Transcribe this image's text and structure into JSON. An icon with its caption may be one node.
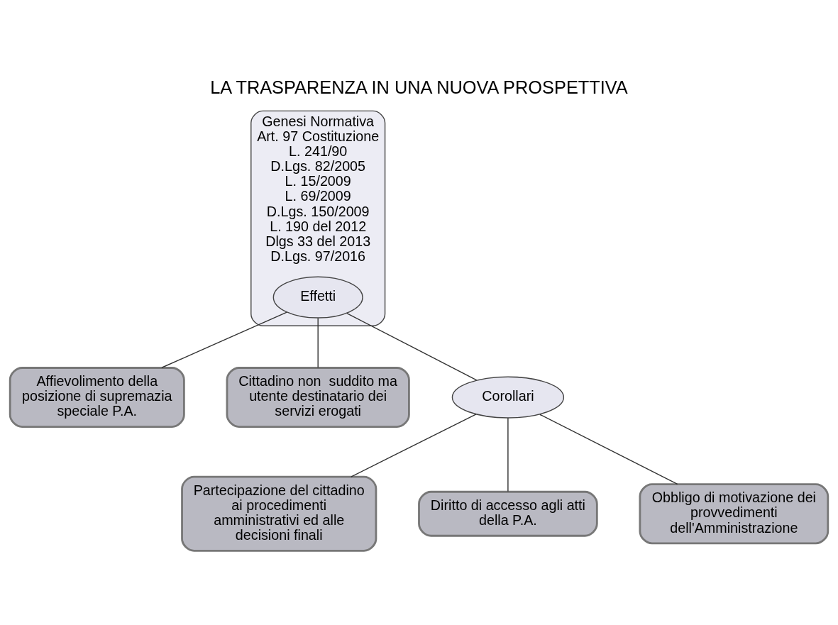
{
  "diagram": {
    "title": "LA TRASPARENZA IN UNA NUOVA PROSPETTIVA",
    "nodes": [
      {
        "text": [
          "Genesi Normativa",
          "Art. 97 Costituzione",
          "L. 241/90",
          "D.Lgs. 82/2005",
          "L. 15/2009",
          "L. 69/2009",
          "D.Lgs. 150/2009",
          "L. 190 del 2012",
          "Dlgs 33 del 2013",
          "D.Lgs. 97/2016"
        ]
      },
      {
        "text": [
          "Effetti"
        ],
        "in": 0
      },
      {
        "text": [
          "Affievolimento della posizione di supremazia speciale P.A."
        ]
      },
      {
        "text": [
          "Cittadino non  suddito ma utente destinatario dei servizi erogati"
        ]
      },
      {
        "text": [
          "Corollari"
        ]
      },
      {
        "text": [
          "Partecipazione del cittadino ai procedimenti amministrativi ed alle decisioni finali"
        ]
      },
      {
        "text": [
          "Diritto di accesso agli atti della P.A."
        ]
      },
      {
        "text": [
          "Obbligo di motivazione dei provvedimenti dell'Amministrazione"
        ]
      }
    ],
    "edges": [
      {
        "from": 1,
        "to": 2,
        "arrow": "none"
      },
      {
        "from": 1,
        "to": 3,
        "arrow": "none"
      },
      {
        "from": 1,
        "to": 4,
        "arrow": "none"
      },
      {
        "from": 4,
        "to": 5,
        "arrow": "none"
      },
      {
        "from": 4,
        "to": 6,
        "arrow": "none"
      },
      {
        "from": 4,
        "to": 7,
        "arrow": "none"
      }
    ]
  }
}
